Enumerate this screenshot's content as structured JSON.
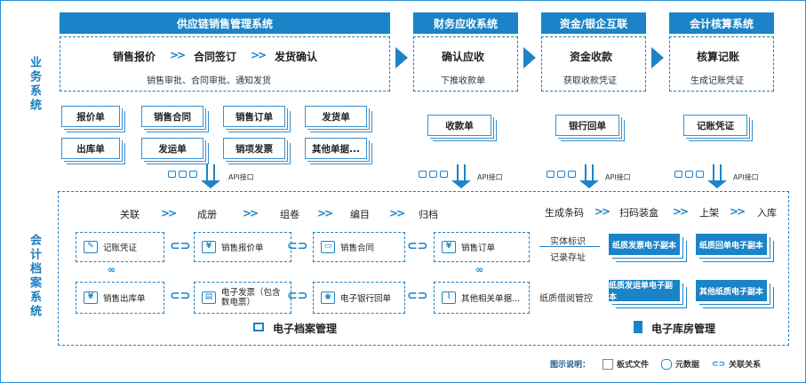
{
  "side_labels": {
    "business": "业务系统",
    "archive": "会计档案系统"
  },
  "headers": {
    "supply": "供应链销售管理系统",
    "finance": "财务应收系统",
    "funds": "资金/银企互联",
    "accounting": "会计核算系统"
  },
  "supply": {
    "steps": [
      "销售报价",
      "合同签订",
      "发货确认"
    ],
    "sub": "销售审批、合同审批、通知发货",
    "docs": [
      "报价单",
      "销售合同",
      "销售订单",
      "发货单",
      "出库单",
      "发运单",
      "销项发票",
      "其他单据..."
    ]
  },
  "finance": {
    "step": "确认应收",
    "sub": "下推收款单",
    "doc": "收款单"
  },
  "funds": {
    "step": "资金收款",
    "sub": "获取收款凭证",
    "doc": "银行回单"
  },
  "accounting": {
    "step": "核算记账",
    "sub": "生成记账凭证",
    "doc": "记账凭证"
  },
  "api_label": "API接口",
  "archive_steps": [
    "关联",
    "成册",
    "组卷",
    "编目",
    "归档"
  ],
  "library_steps": [
    "生成条码",
    "扫码装盒",
    "上架",
    "入库"
  ],
  "cards": [
    "记账凭证",
    "销售报价单",
    "销售合同",
    "销售订单",
    "销售出库单",
    "电子发票（包含数电票）",
    "电子银行回单",
    "其他相关单据..."
  ],
  "middle": {
    "a": "实体标识",
    "b": "记录存址",
    "c": "纸质借阅管控"
  },
  "paper_copies": [
    "纸质发票电子副本",
    "纸质回单电子副本",
    "纸质发运单电子副本",
    "其他纸质电子副本"
  ],
  "bottom": {
    "archive": "电子档案管理",
    "library": "电子库房管理"
  },
  "legend": {
    "title": "图示说明：",
    "a": "板式文件",
    "b": "元数据",
    "c": "关联关系"
  }
}
